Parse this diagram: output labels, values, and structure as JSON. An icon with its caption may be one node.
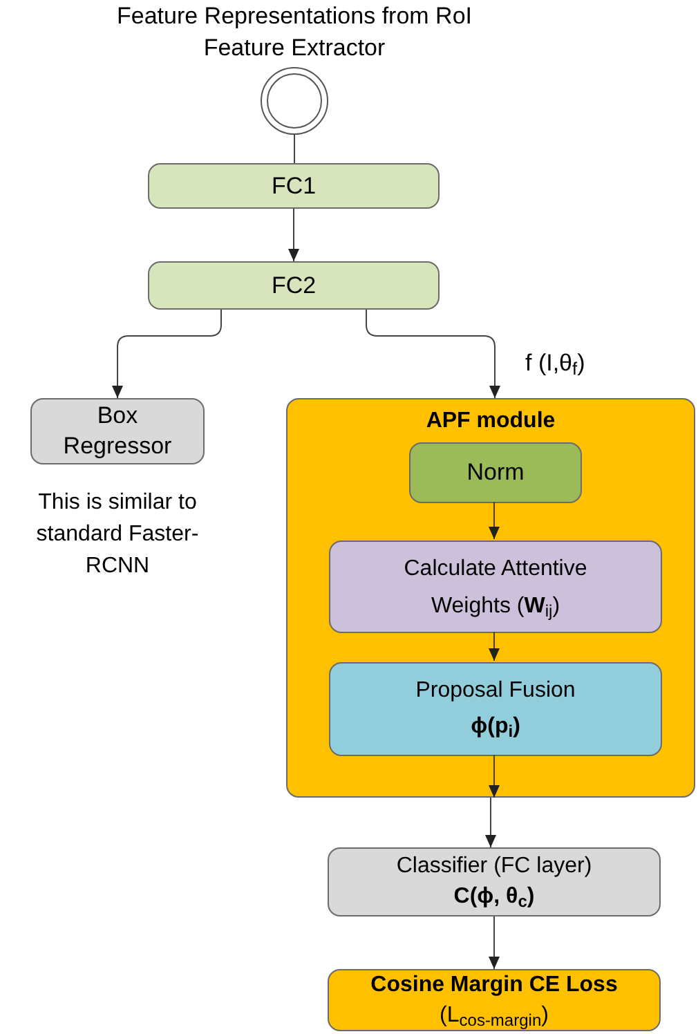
{
  "diagram": {
    "nodes": [
      {
        "text": [
          "Feature Representations from RoI Feature Extractor"
        ]
      },
      {
        "text": [
          "FC1"
        ]
      },
      {
        "text": [
          "FC2"
        ]
      },
      {
        "text": [
          "Box Regressor"
        ],
        "beside": [
          "This is similar to standard Faster-RCNN"
        ]
      },
      {
        "text": [
          "APF module"
        ]
      },
      {
        "text": [
          "Norm"
        ],
        "in": 4
      },
      {
        "text": [
          "Calculate Attentive Weights (**W**$_{ij}$)"
        ],
        "in": 4
      },
      {
        "text": [
          "Proposal Fusion",
          "**ϕ**(p$_{i}$)"
        ],
        "in": 4
      },
      {
        "text": [
          "Classifier (FC layer)",
          "C(ϕ, θ$_{c}$)"
        ]
      },
      {
        "text": [
          "Cosine Margin CE Loss",
          "(L$_{cos-margin}$)"
        ]
      }
    ],
    "edges": [
      {
        "from": 0,
        "to": 1,
        "arrow": "none"
      },
      {
        "from": 1,
        "to": 2,
        "arrow": "to"
      },
      {
        "from": 2,
        "to": 3,
        "arrow": "to"
      },
      {
        "from": 2,
        "to": 4,
        "arrow": "to",
        "label": "f (I,θ$_{f}$)"
      },
      {
        "from": 5,
        "to": 6,
        "arrow": "to"
      },
      {
        "from": 6,
        "to": 7,
        "arrow": "to"
      },
      {
        "from": 7,
        "to": 4,
        "arrow": "to"
      },
      {
        "from": 4,
        "to": 8,
        "arrow": "to"
      },
      {
        "from": 8,
        "to": 9,
        "arrow": "to"
      }
    ]
  }
}
